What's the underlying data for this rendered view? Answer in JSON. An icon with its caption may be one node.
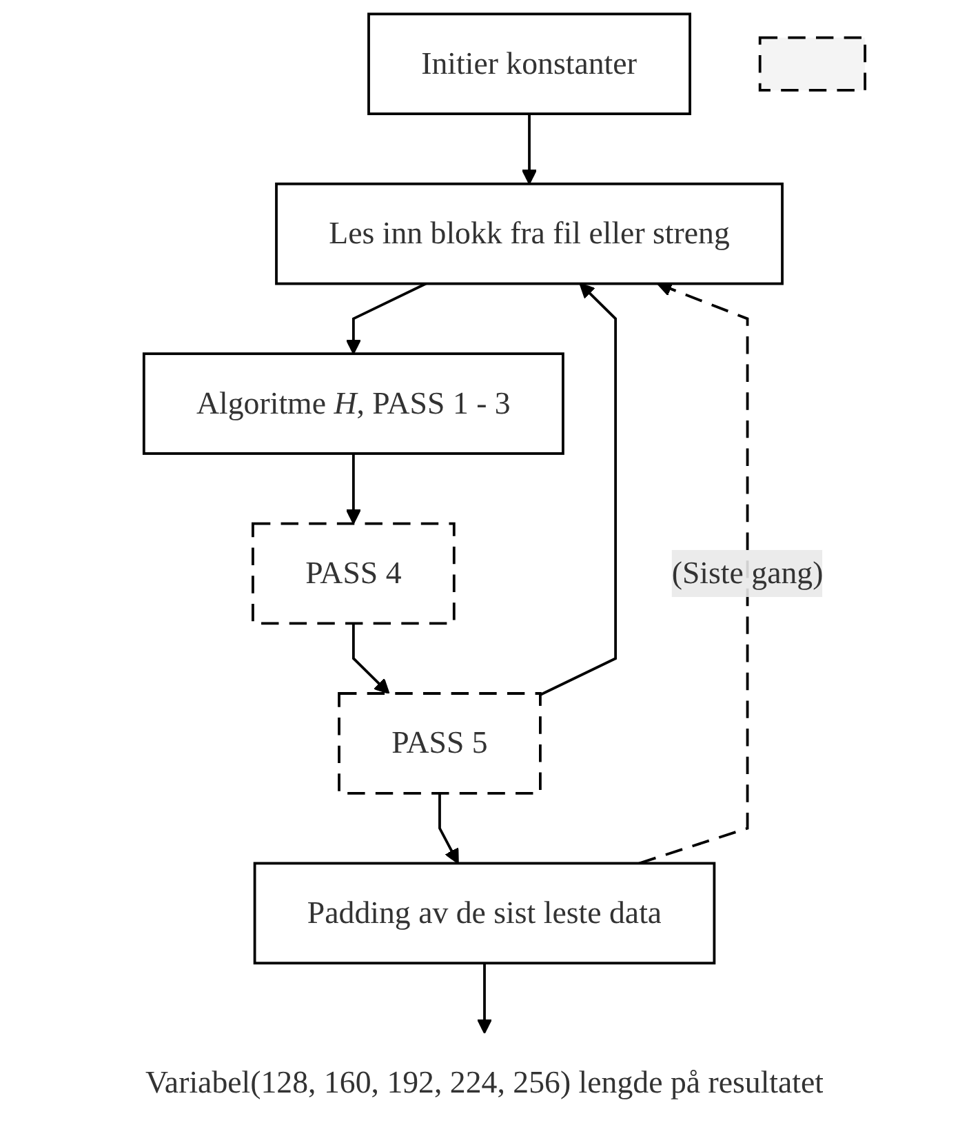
{
  "diagram": {
    "nodes": [
      {
        "text": [
          "Initier konstanter"
        ]
      },
      {
        "text": [
          "Les inn blokk fra fil eller streng"
        ]
      },
      {
        "text": [
          "Algoritme *H*, PASS 1 - 3"
        ]
      },
      {
        "text": [
          "PASS 4"
        ]
      },
      {
        "text": [
          "PASS 5"
        ]
      },
      {
        "text": [
          "Padding av de sist leste data"
        ]
      },
      {
        "text": [],
        "shape": "box"
      },
      {
        "text": [
          "Variabel(128, 160, 192, 224, 256) lengde på resultatet"
        ]
      }
    ],
    "edges": [
      {
        "from": 0,
        "to": 1,
        "arrow": "to"
      },
      {
        "from": 1,
        "to": 2,
        "arrow": "to"
      },
      {
        "from": 2,
        "to": 3,
        "arrow": "to"
      },
      {
        "from": 3,
        "to": 4,
        "arrow": "to"
      },
      {
        "from": 4,
        "to": 5,
        "arrow": "to"
      },
      {
        "from": 4,
        "to": 1,
        "arrow": "to"
      },
      {
        "from": 5,
        "to": 1,
        "arrow": "to",
        "style": "dashed",
        "label": "(Siste gang)"
      },
      {
        "from": 5,
        "to": 7,
        "arrow": "to"
      }
    ]
  }
}
